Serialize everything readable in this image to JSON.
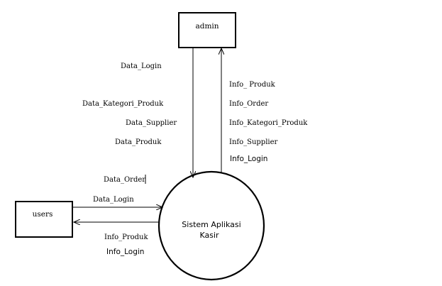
{
  "entities": {
    "admin": "admin",
    "users": "users"
  },
  "process": {
    "line1": "Sistem Aplikasi",
    "line2": "Kasir"
  },
  "flows_admin_to_system": [
    "Data_Login",
    "Data_Kategori_Produk",
    "Data_Supplier",
    "Data_Produk"
  ],
  "flows_system_to_admin": [
    "Info_ Produk",
    "Info_Order",
    "Info_Kategori_Produk",
    "Info_Supplier",
    "Info_Login"
  ],
  "flows_users_to_system": [
    "Data_Order",
    "Data_Login"
  ],
  "flows_system_to_users": [
    "Info_Produk",
    "Info_Login"
  ]
}
